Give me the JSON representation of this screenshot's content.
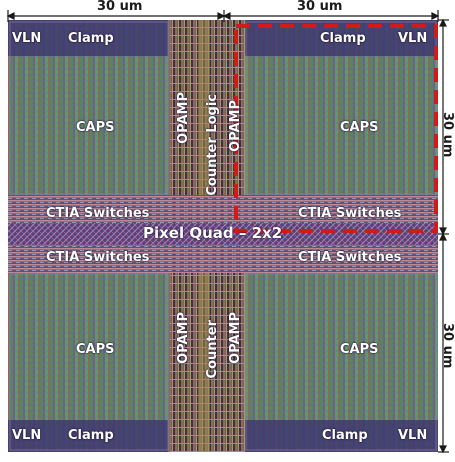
{
  "dimensions": {
    "top_left": "30 um",
    "top_right": "30 um",
    "right_top": "30 um",
    "right_bottom": "30 um"
  },
  "labels": {
    "vln_tl": "VLN",
    "clamp_tl": "Clamp",
    "clamp_tr": "Clamp",
    "vln_tr": "VLN",
    "caps_tl": "CAPS",
    "caps_tr": "CAPS",
    "opamp_top": "OPAMP",
    "counter_logic": "Counter Logic",
    "opamp_top_r": "OPAMP",
    "ctia_tl": "CTIA Switches",
    "ctia_tr": "CTIA Switches",
    "pixel_quad": "Pixel Quad – 2x2",
    "ctia_bl": "CTIA Switches",
    "ctia_br": "CTIA Switches",
    "caps_bl": "CAPS",
    "caps_br": "CAPS",
    "opamp_bot": "OPAMP",
    "counter": "Counter",
    "opamp_bot_r": "OPAMP",
    "vln_bl": "VLN",
    "clamp_bl": "Clamp",
    "clamp_br": "Clamp",
    "vln_br": "VLN"
  },
  "colors": {
    "highlight": "#d11a1a",
    "dimension_line": "#1a1a1a"
  }
}
